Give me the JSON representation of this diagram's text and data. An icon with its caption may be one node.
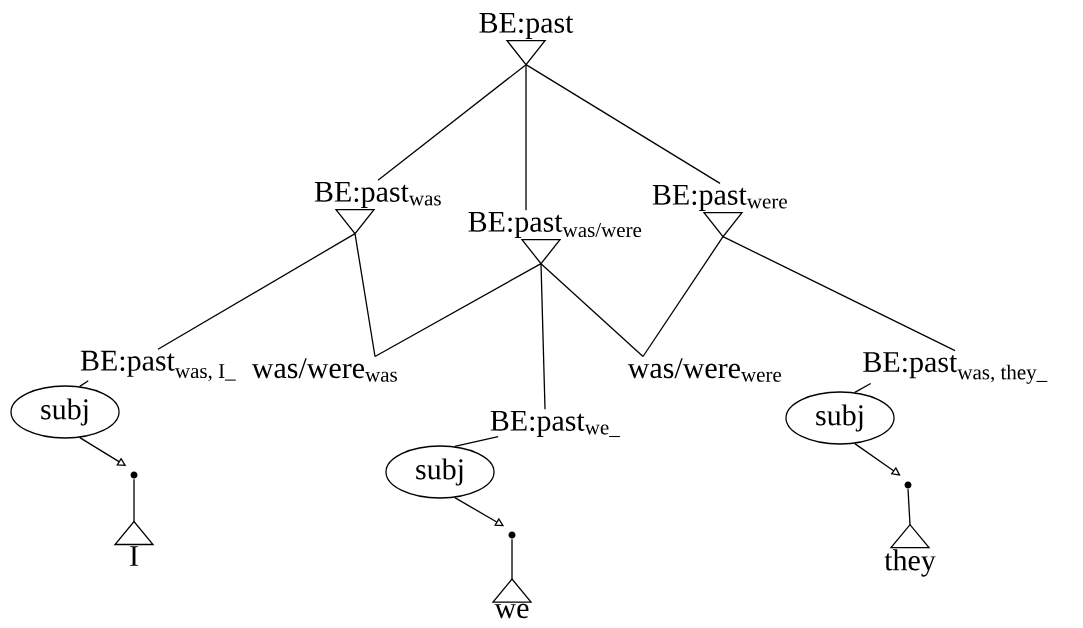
{
  "diagram": {
    "nodes": [
      {
        "text": [
          "BE:past"
        ]
      },
      {
        "text": [
          "BE:past$_{was}$"
        ]
      },
      {
        "text": [
          "BE:past$_{was/were}$"
        ]
      },
      {
        "text": [
          "BE:past$_{were}$"
        ]
      },
      {
        "text": [
          "\\text{BE:past}_{\\text{was, I\\_}}"
        ]
      },
      {
        "text": [
          "was/were$_{was}$"
        ]
      },
      {
        "text": [
          "was/were$_{were}$"
        ]
      },
      {
        "text": [
          "BE:past$_{we_}$"
        ]
      },
      {
        "text": [
          "\\text{BE:past}_{\\text{was, they\\_}}"
        ]
      },
      {
        "text": [
          "subj"
        ]
      },
      {
        "text": [],
        "shape": "circle"
      },
      {
        "text": [
          "I"
        ]
      },
      {
        "text": [
          "subj"
        ]
      },
      {
        "text": [],
        "shape": "circle"
      },
      {
        "text": [
          "we"
        ]
      },
      {
        "text": [
          "subj"
        ]
      },
      {
        "text": [],
        "shape": "circle"
      },
      {
        "text": [
          "they"
        ]
      }
    ],
    "edges": [
      {
        "from": 0,
        "to": 1,
        "arrow": "none"
      },
      {
        "from": 0,
        "to": 2,
        "arrow": "none"
      },
      {
        "from": 0,
        "to": 3,
        "arrow": "none"
      },
      {
        "from": 1,
        "to": 4,
        "arrow": "none"
      },
      {
        "from": 1,
        "to": 5,
        "arrow": "none"
      },
      {
        "from": 2,
        "to": 5,
        "arrow": "none"
      },
      {
        "from": 2,
        "to": 7,
        "arrow": "none"
      },
      {
        "from": 2,
        "to": 6,
        "arrow": "none"
      },
      {
        "from": 3,
        "to": 6,
        "arrow": "none"
      },
      {
        "from": 3,
        "to": 8,
        "arrow": "none"
      },
      {
        "from": 4,
        "to": 9,
        "arrow": "none"
      },
      {
        "from": 9,
        "to": 10,
        "arrow": "to"
      },
      {
        "from": 10,
        "to": 11,
        "arrow": "none"
      },
      {
        "from": 7,
        "to": 12,
        "arrow": "none"
      },
      {
        "from": 12,
        "to": 13,
        "arrow": "to"
      },
      {
        "from": 13,
        "to": 14,
        "arrow": "none"
      },
      {
        "from": 8,
        "to": 15,
        "arrow": "none"
      },
      {
        "from": 15,
        "to": 16,
        "arrow": "to"
      },
      {
        "from": 16,
        "to": 17,
        "arrow": "none"
      }
    ]
  }
}
